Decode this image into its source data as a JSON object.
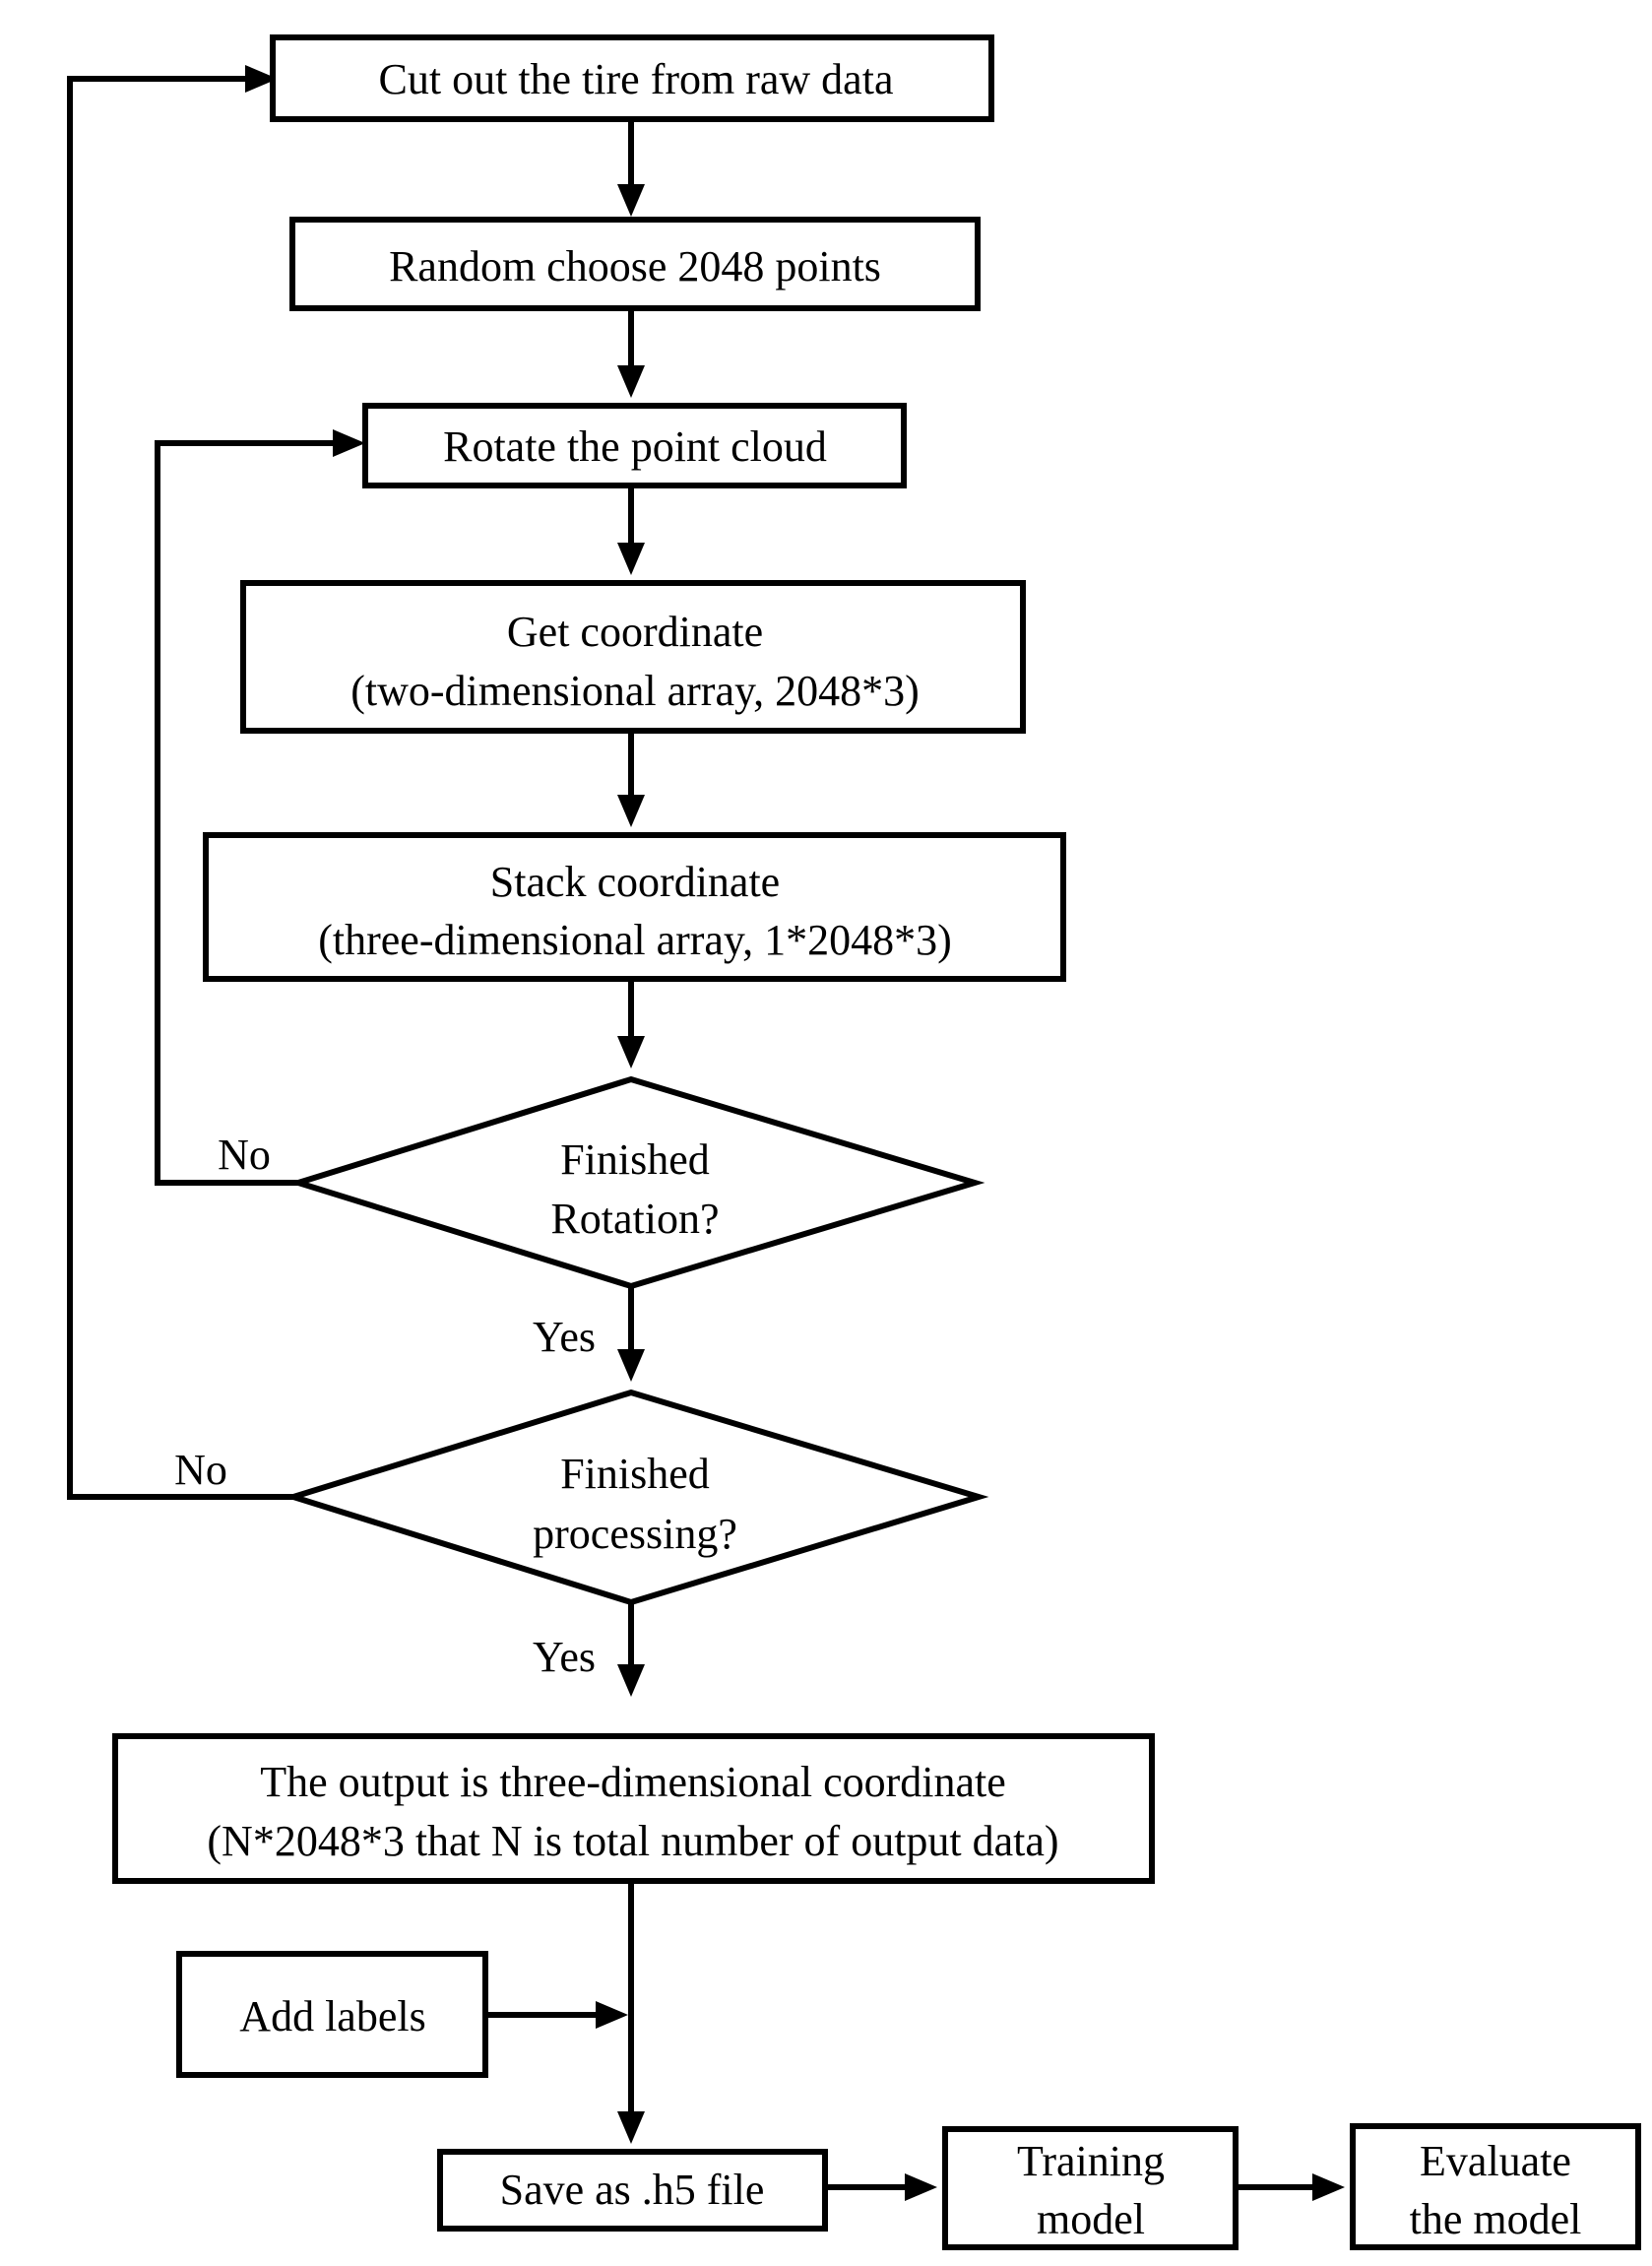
{
  "nodes": {
    "cut_out": {
      "lines": [
        "Cut out the tire from raw data"
      ]
    },
    "random_choose": {
      "lines": [
        "Random choose 2048 points"
      ]
    },
    "rotate": {
      "lines": [
        "Rotate the point cloud"
      ]
    },
    "get_coord": {
      "lines": [
        "Get coordinate",
        "(two-dimensional array, 2048*3)"
      ]
    },
    "stack_coord": {
      "lines": [
        "Stack coordinate",
        "(three-dimensional array, 1*2048*3)"
      ]
    },
    "finished_rotation": {
      "lines": [
        "Finished",
        "Rotation?"
      ]
    },
    "finished_processing": {
      "lines": [
        "Finished",
        "processing?"
      ]
    },
    "output": {
      "lines": [
        "The output is three-dimensional coordinate",
        "(N*2048*3 that N is total number of output data)"
      ]
    },
    "add_labels": {
      "lines": [
        "Add labels"
      ]
    },
    "save_h5": {
      "lines": [
        "Save as .h5 file"
      ]
    },
    "training": {
      "lines": [
        "Training",
        "model"
      ]
    },
    "evaluate": {
      "lines": [
        "Evaluate",
        "the model"
      ]
    }
  },
  "edge_labels": {
    "rotation_no": "No",
    "rotation_yes": "Yes",
    "processing_no": "No",
    "processing_yes": "Yes"
  }
}
